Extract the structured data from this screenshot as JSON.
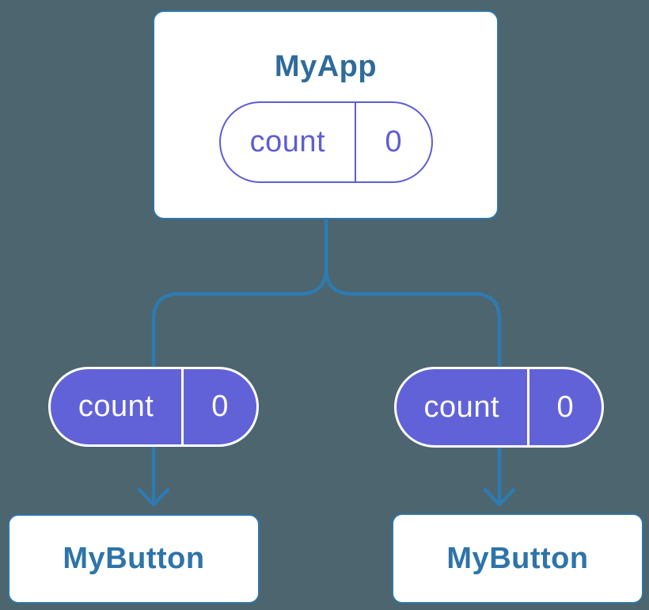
{
  "app": {
    "title": "MyApp",
    "state": {
      "name": "count",
      "value": "0"
    }
  },
  "children": [
    {
      "title": "MyButton",
      "state": {
        "name": "count",
        "value": "0"
      }
    },
    {
      "title": "MyButton",
      "state": {
        "name": "count",
        "value": "0"
      }
    }
  ],
  "colors": {
    "background": "#4C656F",
    "connector_blue": "#2E7BB1",
    "card_border_blue": "#2E76A8",
    "app_title_text": "#2F6B9B",
    "button_title_text": "#2E74A9",
    "state_pill_outline_purple": "#5D5DD3",
    "state_pill_fill_purple": "#6262D8",
    "card_background": "#FFFFFF",
    "pill_text_on_purple": "#FFFFFF"
  }
}
